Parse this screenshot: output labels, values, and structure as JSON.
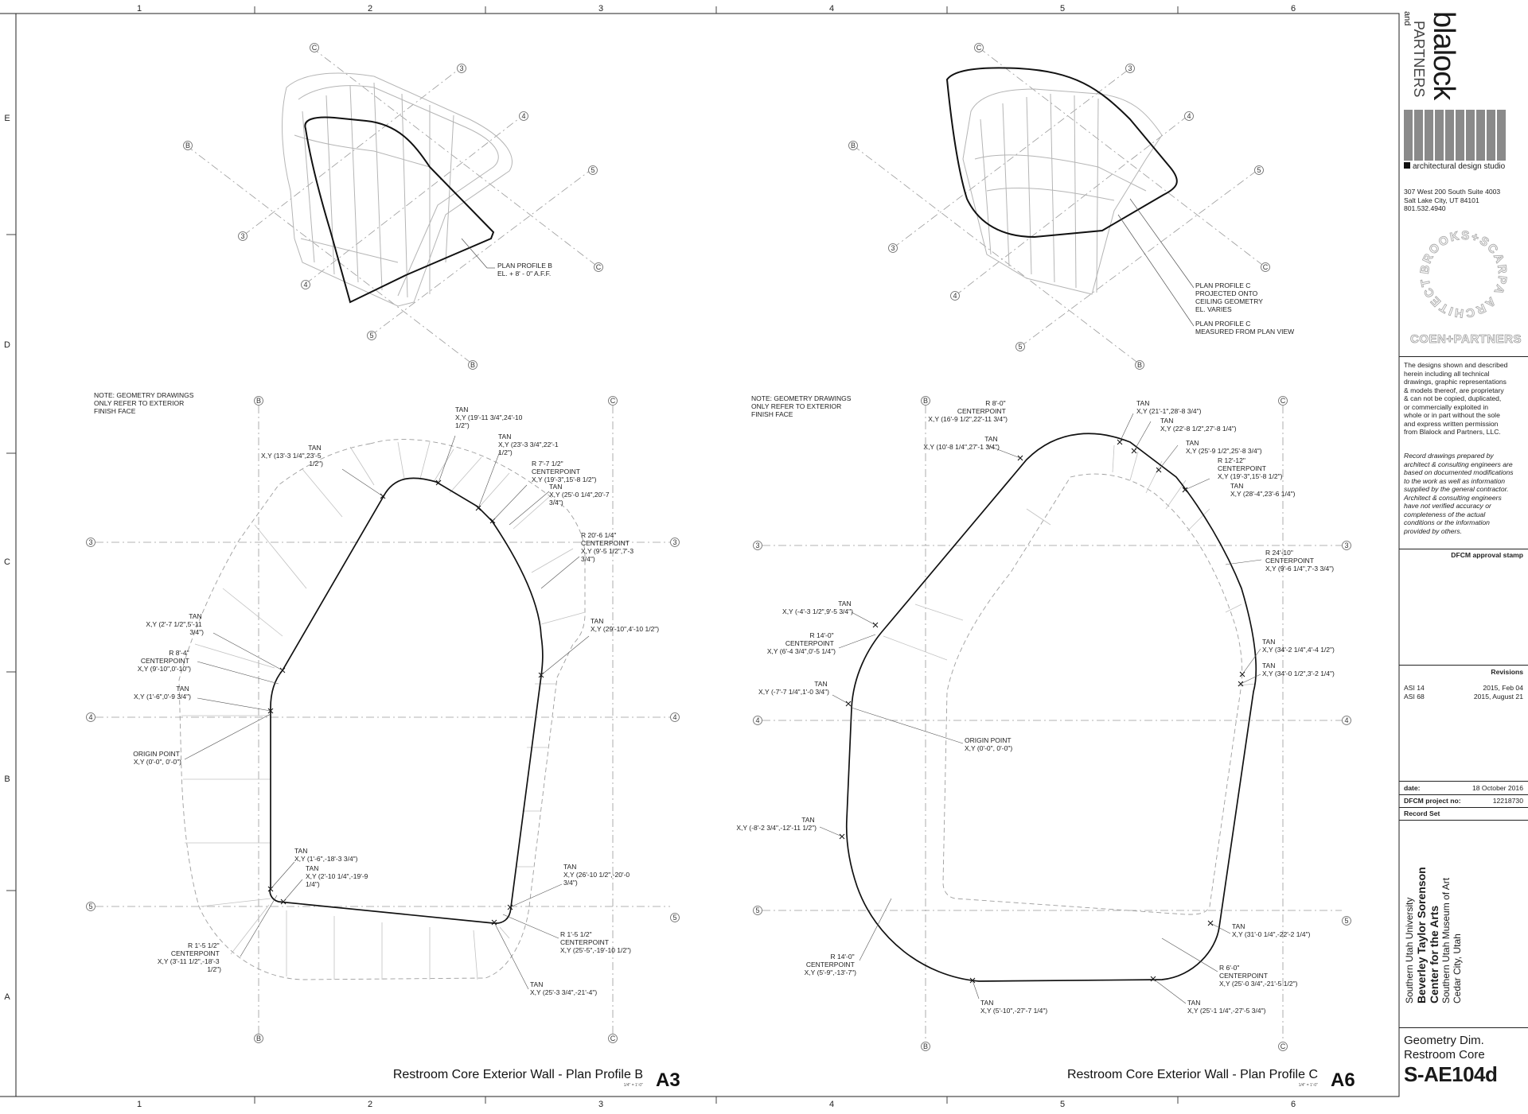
{
  "sheet": {
    "col_labels": [
      "1",
      "2",
      "3",
      "4",
      "5",
      "6"
    ],
    "row_labels": [
      "E",
      "D",
      "C",
      "B",
      "A"
    ]
  },
  "firm": {
    "prefix": "and",
    "name_main": "blalock",
    "name_sub": "PARTNERS",
    "tagline": "architectural design studio",
    "address_1": "307 West 200 South Suite 4003",
    "address_2": "Salt Lake City, UT 84101",
    "phone": "801.532.4940",
    "seal_text": "BROOKS+SCARPA ARCHITECTURE",
    "consultant": "COEN+PARTNERS"
  },
  "notices": {
    "proprietary": [
      "The designs shown and described",
      "herein including all technical",
      "drawings, graphic representations",
      "& models thereof, are proprietary",
      "& can not be copied, duplicated,",
      "or commercially exploited in",
      "whole or in part without the sole",
      "and express written permission",
      "from Blalock and Partners, LLC."
    ],
    "record": [
      "Record drawings prepared by",
      "architect & consulting engineers are",
      "based on documented modifications",
      "to the work as well as information",
      "supplied by the general contractor.",
      "Architect & consulting engineers",
      "have not verified accuracy or",
      "completeness of the actual",
      "conditions or the information",
      "provided by others."
    ],
    "stamp": "DFCM approval stamp"
  },
  "revisions": {
    "title": "Revisions",
    "items": [
      {
        "code": "ASI 14",
        "date": "2015, Feb 04"
      },
      {
        "code": "ASI 68",
        "date": "2015, August 21"
      }
    ]
  },
  "info": {
    "date_label": "date:",
    "date_value": "18 October 2016",
    "project_label": "DFCM project no:",
    "project_value": "12218730",
    "set": "Record Set"
  },
  "project": {
    "client": "Southern Utah University",
    "name_1": "Beverley Taylor Sorenson",
    "name_2": "Center for the Arts",
    "museum": "Southern Utah Museum of Art",
    "city": "Cedar City, Utah"
  },
  "sheet_title": {
    "line_1": "Geometry Dim.",
    "line_2": "Restroom Core",
    "number": "S-AE104d"
  },
  "drawing_a3": {
    "title": "Restroom Core Exterior Wall - Plan Profile B",
    "scale": "1/4\" = 1'-0\"",
    "number": "A3",
    "note": [
      "NOTE:  GEOMETRY DRAWINGS",
      "ONLY REFER TO EXTERIOR",
      "FINISH FACE"
    ],
    "iso_label": [
      "PLAN PROFILE B",
      "EL. + 8' - 0\" A.F.F."
    ],
    "grid": {
      "b": "B",
      "c": "C",
      "n3": "3",
      "n4": "4",
      "n5": "5"
    },
    "ann": {
      "tan1": [
        "TAN",
        "X,Y (13'-3 1/4\",23'-5",
        "1/2\")"
      ],
      "tan2": [
        "TAN",
        "X,Y (19'-11 3/4\",24'-10",
        "1/2\")"
      ],
      "tan3": [
        "TAN",
        "X,Y (23'-3 3/4\",22'-1",
        "1/2\")"
      ],
      "r1": [
        "R 7'-7 1/2\"",
        "CENTERPOINT",
        "X,Y (19'-3\",15'-8 1/2\")"
      ],
      "tan4": [
        "TAN",
        "X,Y (25'-0 1/4\",20'-7",
        "3/4\")"
      ],
      "r2": [
        "R 20'-6 1/4\"",
        "CENTERPOINT",
        "X,Y (9'-5 1/2\",7'-3",
        "3/4\")"
      ],
      "tan5": [
        "TAN",
        "X,Y (29'-10\",4'-10 1/2\")"
      ],
      "tan6": [
        "TAN",
        "X,Y (2'-7 1/2\",5'-11",
        "3/4\")"
      ],
      "r3": [
        "R 8'-4\"",
        "CENTERPOINT",
        "X,Y (9'-10\",0'-10\")"
      ],
      "tan7": [
        "TAN",
        "X,Y (1'-6\",0'-9 3/4\")"
      ],
      "origin": [
        "ORIGIN POINT",
        "X,Y (0'-0\", 0'-0\")"
      ],
      "tan8": [
        "TAN",
        "X,Y (1'-6\",-18'-3 3/4\")"
      ],
      "tan9": [
        "TAN",
        "X,Y (2'-10 1/4\",-19'-9",
        "1/4\")"
      ],
      "tan10": [
        "TAN",
        "X,Y (26'-10 1/2\",-20'-0",
        "3/4\")"
      ],
      "r4": [
        "R 1'-5 1/2\"",
        "CENTERPOINT",
        "X,Y (3'-11 1/2\",-18'-3",
        "1/2\")"
      ],
      "r5": [
        "R 1'-5 1/2\"",
        "CENTERPOINT",
        "X,Y (25'-5\",-19'-10 1/2\")"
      ],
      "tan11": [
        "TAN",
        "X,Y (25'-3 3/4\",-21'-4\")"
      ]
    }
  },
  "drawing_a6": {
    "title": "Restroom Core Exterior Wall - Plan Profile C",
    "scale": "1/4\" = 1'-0\"",
    "number": "A6",
    "note": [
      "NOTE:  GEOMETRY DRAWINGS",
      "ONLY REFER TO EXTERIOR",
      "FINISH FACE"
    ],
    "iso_label_1": [
      "PLAN PROFILE C",
      "PROJECTED ONTO",
      "CEILING GEOMETRY",
      "EL. VARIES"
    ],
    "iso_label_2": [
      "PLAN PROFILE C",
      "MEASURED FROM PLAN VIEW"
    ],
    "grid": {
      "b": "B",
      "c": "C",
      "n3": "3",
      "n4": "4",
      "n5": "5"
    },
    "ann": {
      "r1": [
        "R 8'-0\"",
        "CENTERPOINT",
        "X,Y (16'-9 1/2\",22'-11 3/4\")"
      ],
      "tan1": [
        "TAN",
        "X,Y (10'-8 1/4\",27'-1 3/4\")"
      ],
      "tan2": [
        "TAN",
        "X,Y (21'-1\",28'-8 3/4\")"
      ],
      "tan3": [
        "TAN",
        "X,Y (22'-8 1/2\",27'-8 1/4\")"
      ],
      "tan4": [
        "TAN",
        "X,Y (25'-9 1/2\",25'-8 3/4\")"
      ],
      "r2": [
        "R 12'-12\"",
        "CENTERPOINT",
        "X,Y (19'-3\",15'-8 1/2\")"
      ],
      "tan5": [
        "TAN",
        "X,Y (28'-4\",23'-6 1/4\")"
      ],
      "r3": [
        "R 24'-10\"",
        "CENTERPOINT",
        "X,Y (9'-6 1/4\",7'-3 3/4\")"
      ],
      "tan6": [
        "TAN",
        "X,Y (-4'-3 1/2\",9'-5 3/4\")"
      ],
      "r4": [
        "R 14'-0\"",
        "CENTERPOINT",
        "X,Y (6'-4 3/4\",0'-5 1/4\")"
      ],
      "tan7": [
        "TAN",
        "X,Y (-7'-7 1/4\",1'-0 3/4\")"
      ],
      "origin": [
        "ORIGIN POINT",
        "X,Y (0'-0\", 0'-0\")"
      ],
      "tan8": [
        "TAN",
        "X,Y (34'-2 1/4\",4'-4 1/2\")"
      ],
      "tan9": [
        "TAN",
        "X,Y (34'-0 1/2\",3'-2 1/4\")"
      ],
      "tan10": [
        "TAN",
        "X,Y (-8'-2 3/4\",-12'-11 1/2\")"
      ],
      "tan11": [
        "TAN",
        "X,Y (31'-0 1/4\",-22'-2 1/4\")"
      ],
      "r5": [
        "R 14'-0\"",
        "CENTERPOINT",
        "X,Y (5'-9\",-13'-7\")"
      ],
      "r6": [
        "R 6'-0\"",
        "CENTERPOINT",
        "X,Y (25'-0 3/4\",-21'-5 1/2\")"
      ],
      "tan12": [
        "TAN",
        "X,Y (5'-10\",-27'-7 1/4\")"
      ],
      "tan13": [
        "TAN",
        "X,Y (25'-1 1/4\",-27'-5 3/4\")"
      ]
    }
  }
}
